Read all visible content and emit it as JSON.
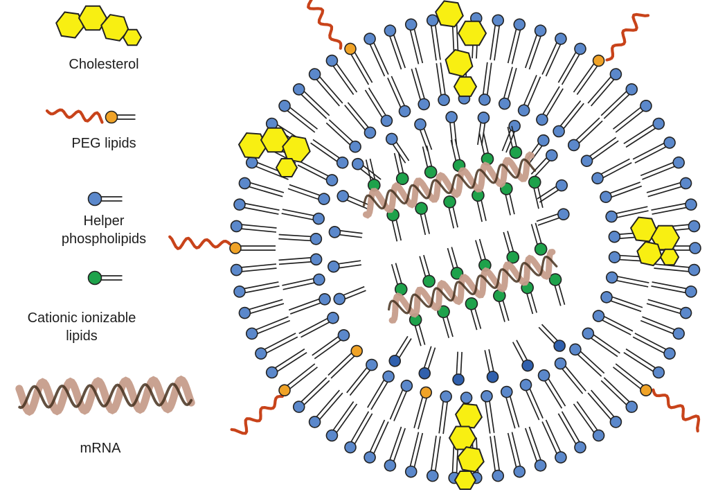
{
  "legend": {
    "cholesterol": {
      "label": "Cholesterol"
    },
    "peg": {
      "label": "PEG lipids"
    },
    "helper": {
      "label": "Helper phospholipids"
    },
    "cationic": {
      "label": "Cationic ionizable lipids"
    },
    "mrna": {
      "label": "mRNA"
    }
  },
  "colors": {
    "background": "#ffffff",
    "outline": "#222222",
    "cholesterol_yellow": "#f8ef12",
    "peg_orange": "#f0a327",
    "peg_tail_red": "#c8431a",
    "helper_blue": "#5b88cb",
    "helper_blue_dark": "#3060ad",
    "cationic_green": "#1ea24b",
    "mrna_tan": "#c69d8b",
    "mrna_dark": "#46311f"
  },
  "structure": {
    "outer_lipid_count": 66,
    "inner_lipid_count": 46,
    "peg_squiggle_angles_deg": [
      238,
      307,
      37,
      141,
      181
    ],
    "inner_peg_head_angles_deg": [
      102,
      139
    ],
    "cholesterol_clusters": 4,
    "mrna_strands": 2
  }
}
